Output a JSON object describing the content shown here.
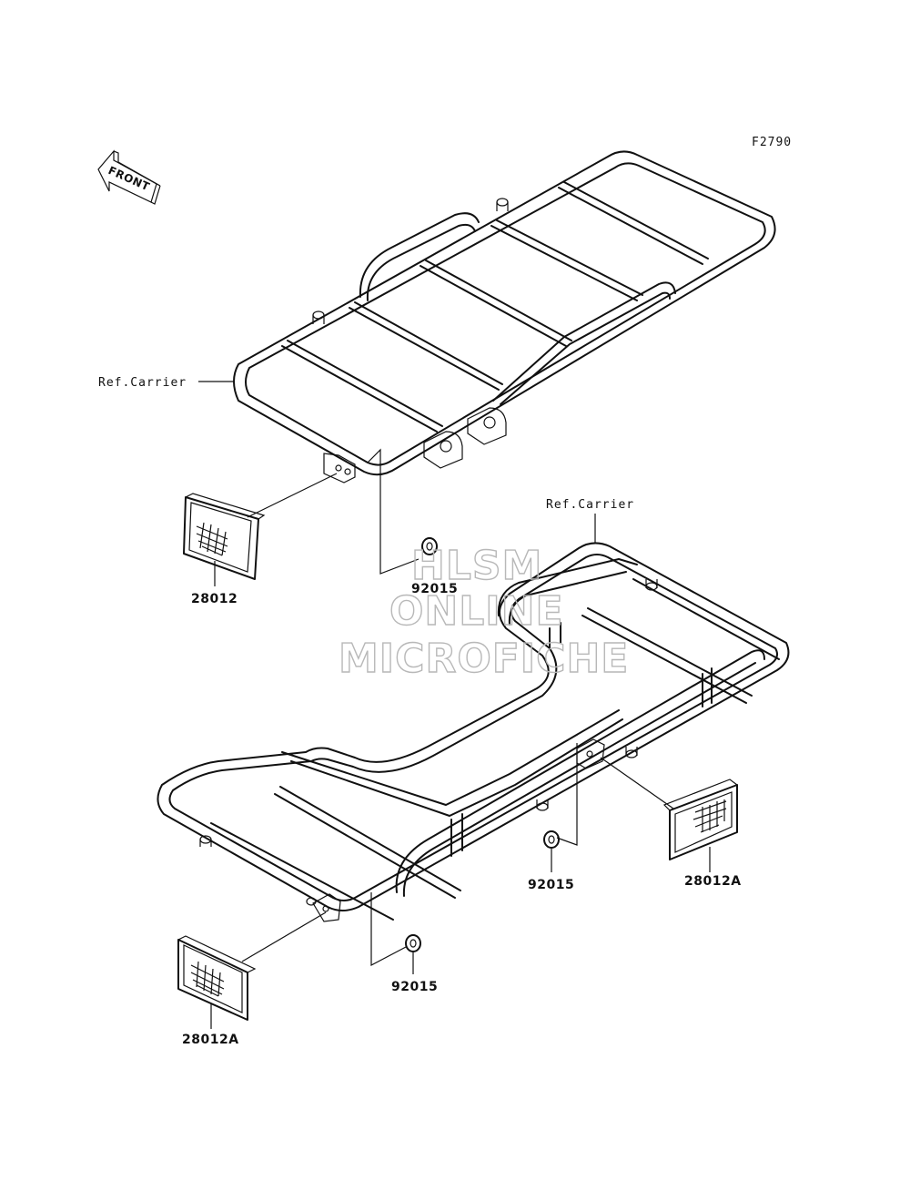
{
  "figure_code": "F2790",
  "front_arrow_label": "FRONT",
  "labels": {
    "ref_carrier_top": "Ref.Carrier",
    "ref_carrier_bottom": "Ref.Carrier",
    "part_28012": "28012",
    "part_92015_top": "92015",
    "part_92015_mid": "92015",
    "part_92015_bottom": "92015",
    "part_28012A_right": "28012A",
    "part_28012A_left": "28012A"
  },
  "watermark": {
    "line1": "HLSM",
    "line2": "ONLINE",
    "line3": "MICROFICHE"
  },
  "colors": {
    "line": "#111111",
    "watermark": "#b8b8b8",
    "background": "#ffffff"
  }
}
